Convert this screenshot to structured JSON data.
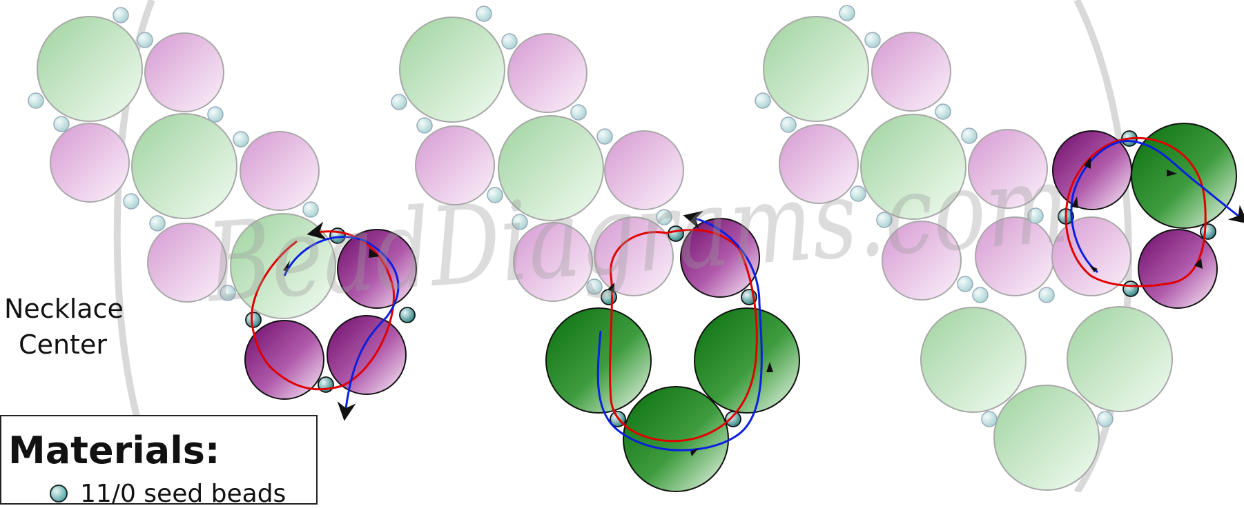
{
  "labels": {
    "necklace_center_line1": "Necklace",
    "necklace_center_line2": "Center",
    "watermark": "BeadDiagrams.com"
  },
  "materials": {
    "title": "Materials:",
    "items": [
      "11/0 seed beads"
    ]
  },
  "colors": {
    "green_bead": "#0b7a12",
    "purple_bead": "#7d1176",
    "seed_bead": "#2f8f8f",
    "thread_red": "#e00000",
    "thread_blue": "#0a1fe0",
    "faded_green": "#b5ddb5",
    "faded_purple": "#e6b8e3",
    "faded_seed": "#cfe6e6"
  },
  "icons": [
    "arrowhead-icon",
    "seed-bead-icon"
  ]
}
